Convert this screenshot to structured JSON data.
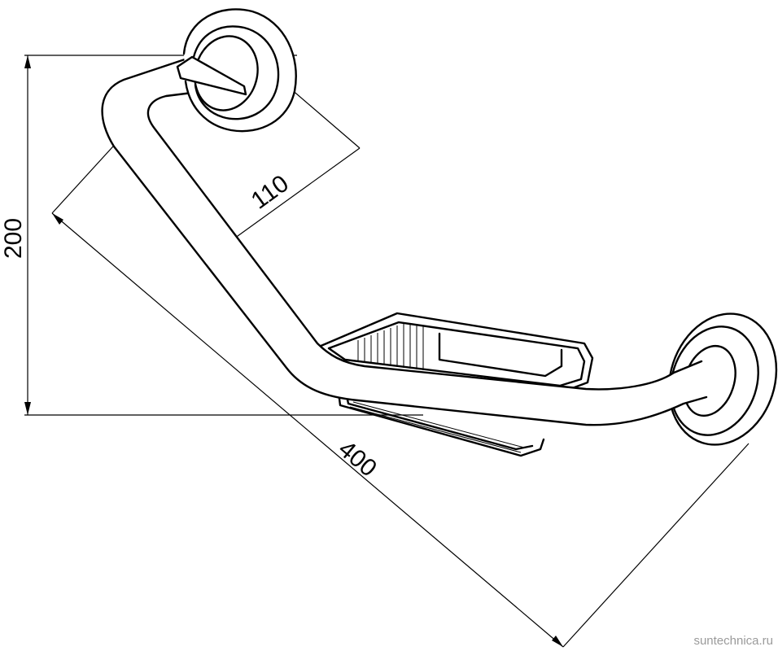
{
  "dimensions": {
    "height": "200",
    "offset": "110",
    "length": "400"
  },
  "watermark": "suntechnica.ru"
}
